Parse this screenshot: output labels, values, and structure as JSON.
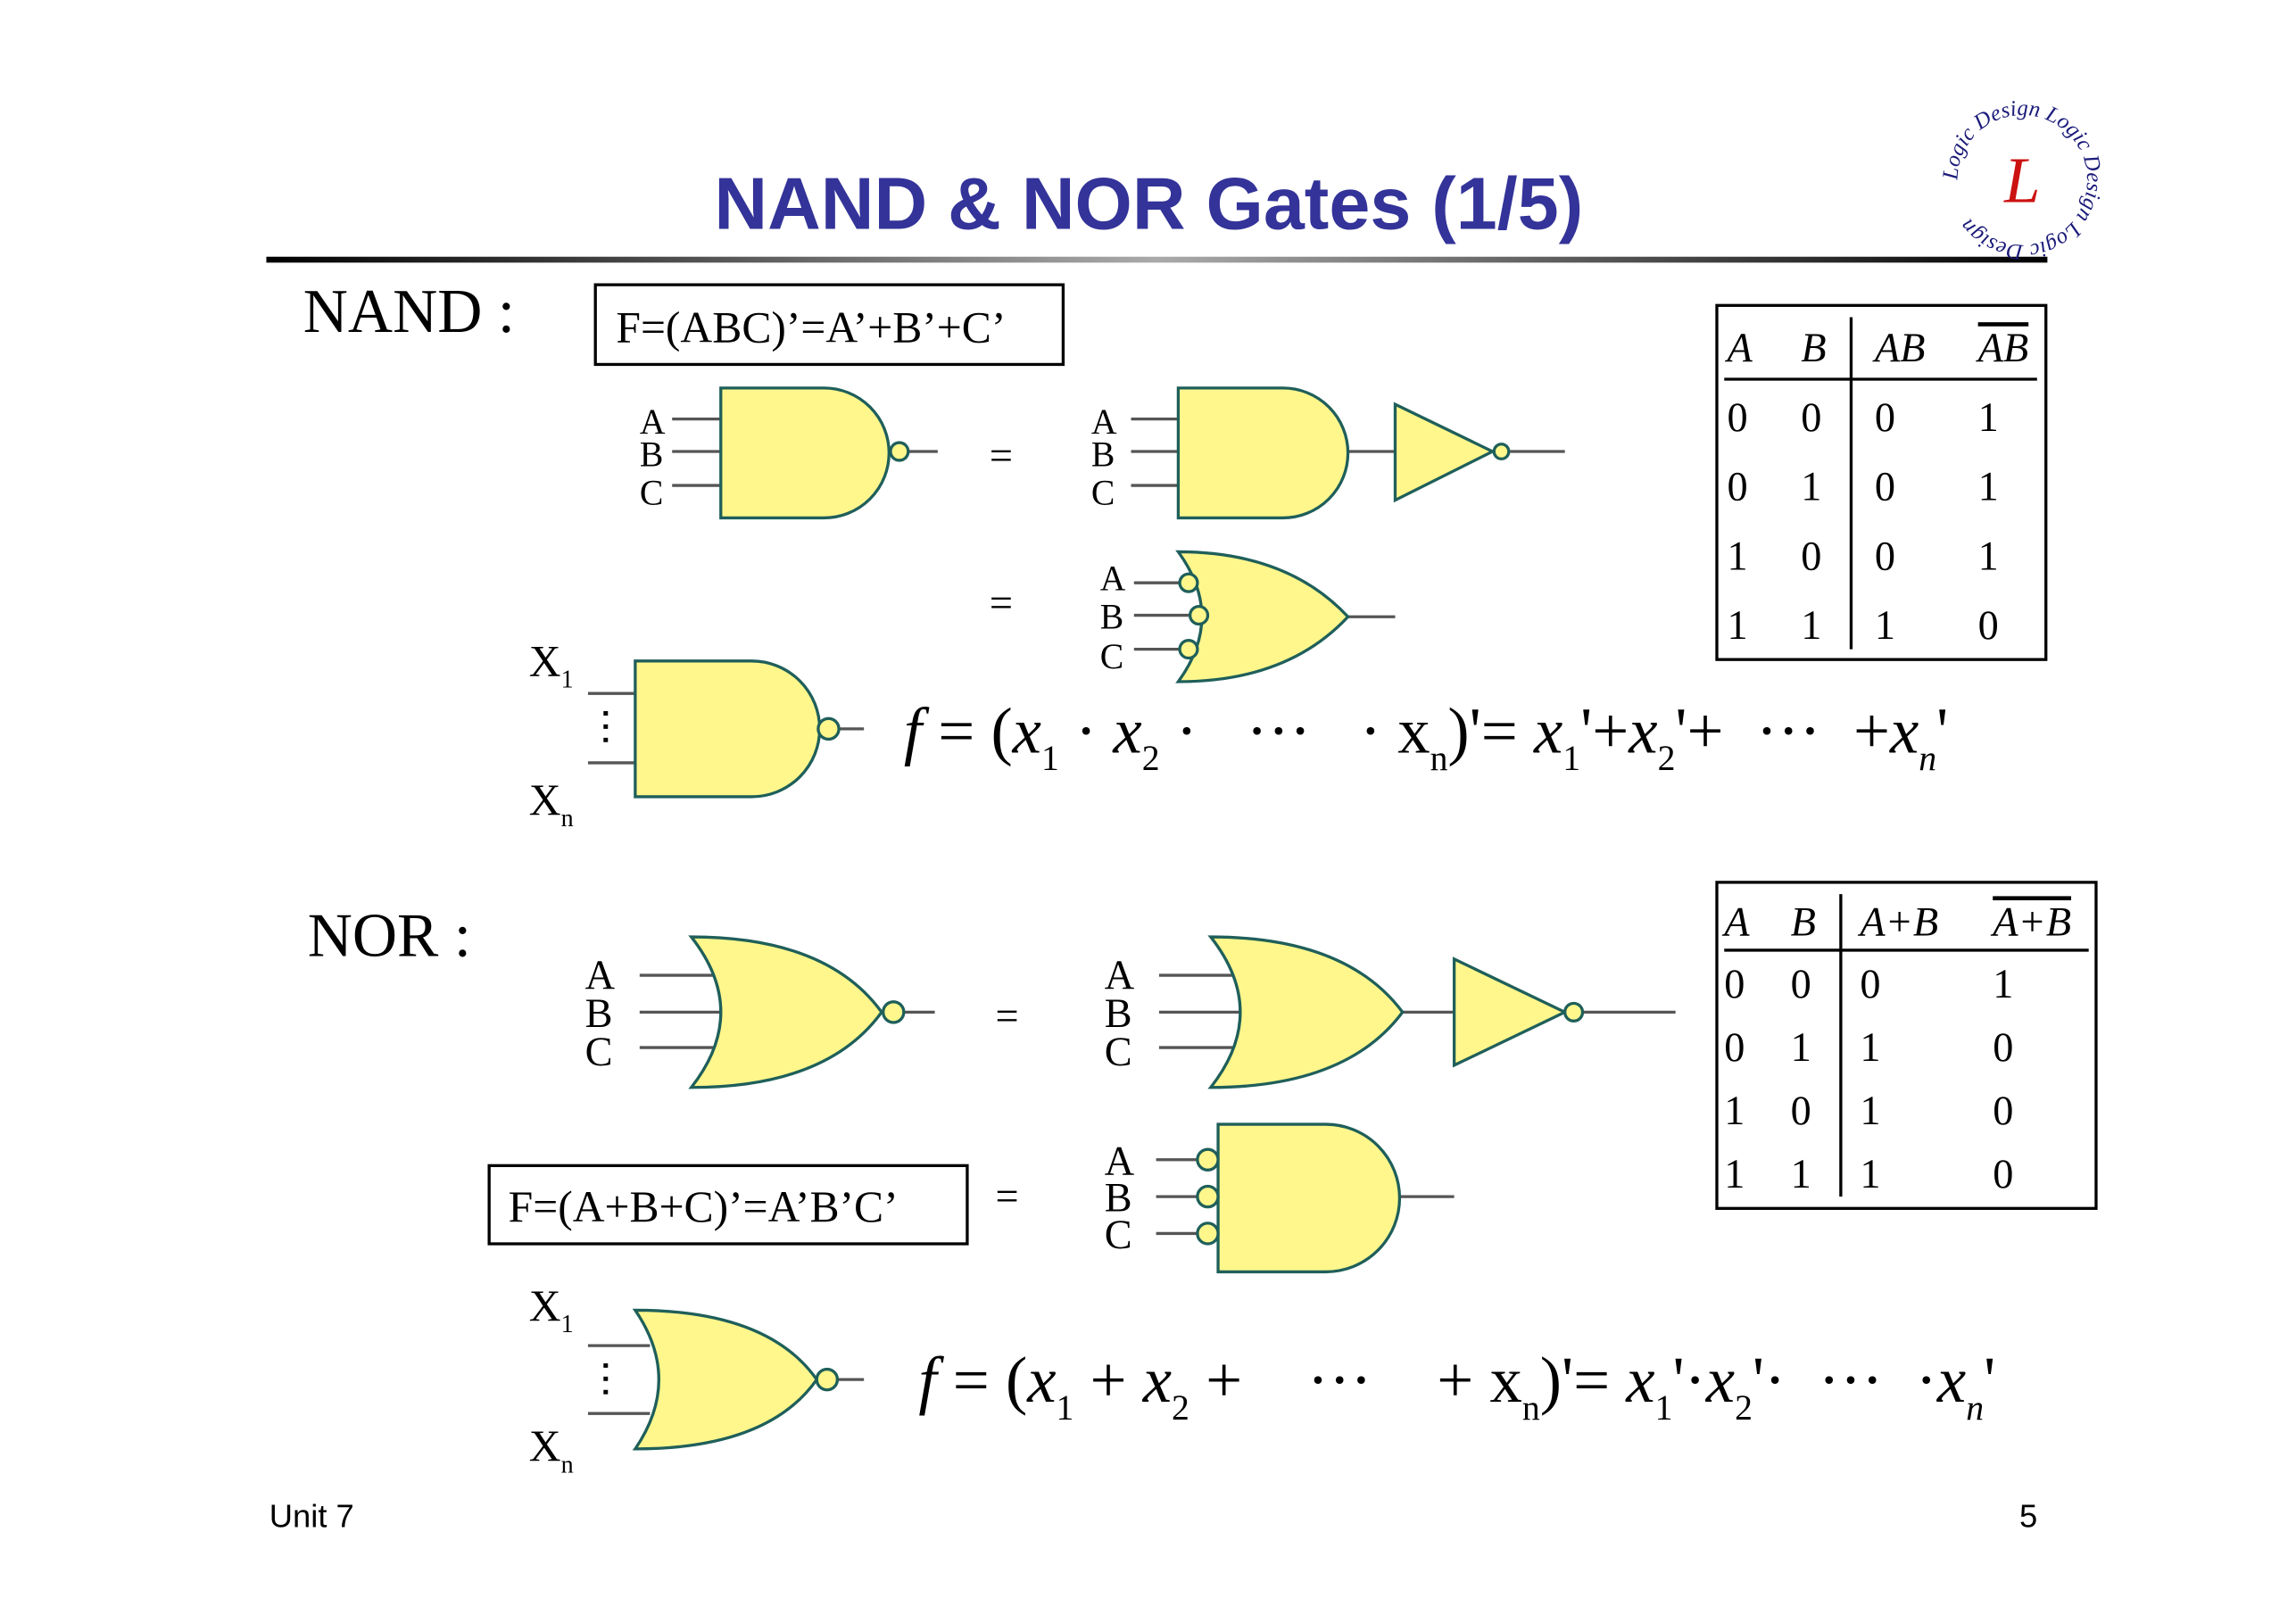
{
  "title": "NAND & NOR Gates (1/5)",
  "title_color": "#333399",
  "logo": {
    "text": "Logic Design",
    "letter": "L",
    "ring_color": "#1a1a7a",
    "letter_color": "#cc1111"
  },
  "nand": {
    "label": "NAND :",
    "expression": "F=(ABC)’=A’+B’+C’",
    "inputs": [
      "A",
      "B",
      "C"
    ],
    "equals": "=",
    "general_inputs": {
      "first": "X",
      "first_sub": "1",
      "last": "X",
      "last_sub": "n"
    },
    "formula": [
      {
        "t": "f",
        "i": true
      },
      {
        "t": " = "
      },
      {
        "t": "("
      },
      {
        "t": "x",
        "i": true
      },
      {
        "t": "1",
        "s": true
      },
      {
        "t": " · "
      },
      {
        "t": "x",
        "i": true
      },
      {
        "t": "2",
        "s": true
      },
      {
        "t": " ·   ···   · "
      },
      {
        "t": "x"
      },
      {
        "t": "n",
        "s": true
      },
      {
        "t": ")"
      },
      {
        "t": "'= "
      },
      {
        "t": "x",
        "i": true
      },
      {
        "t": "1",
        "s": true
      },
      {
        "t": "'+"
      },
      {
        "t": "x",
        "i": true
      },
      {
        "t": "2",
        "s": true
      },
      {
        "t": "'+  ···  +"
      },
      {
        "t": "x",
        "i": true
      },
      {
        "t": "n",
        "s": true,
        "i": true
      },
      {
        "t": "'"
      }
    ],
    "truth_table": {
      "headers": [
        "A",
        "B",
        "AB",
        "AB"
      ],
      "overline_last": true,
      "rows": [
        [
          "0",
          "0",
          "0",
          "1"
        ],
        [
          "0",
          "1",
          "0",
          "1"
        ],
        [
          "1",
          "0",
          "0",
          "1"
        ],
        [
          "1",
          "1",
          "1",
          "0"
        ]
      ]
    }
  },
  "nor": {
    "label": "NOR :",
    "expression": "F=(A+B+C)’=A’B’C’",
    "inputs": [
      "A",
      "B",
      "C"
    ],
    "equals": "=",
    "general_inputs": {
      "first": "X",
      "first_sub": "1",
      "last": "X",
      "last_sub": "n"
    },
    "formula": [
      {
        "t": "f",
        "i": true
      },
      {
        "t": " = "
      },
      {
        "t": "("
      },
      {
        "t": "x",
        "i": true
      },
      {
        "t": "1",
        "s": true
      },
      {
        "t": " + "
      },
      {
        "t": "x",
        "i": true
      },
      {
        "t": "2",
        "s": true
      },
      {
        "t": " +    ···    + "
      },
      {
        "t": "x"
      },
      {
        "t": "n",
        "s": true
      },
      {
        "t": ")"
      },
      {
        "t": "'= "
      },
      {
        "t": "x",
        "i": true
      },
      {
        "t": "1",
        "s": true
      },
      {
        "t": "'·"
      },
      {
        "t": "x",
        "i": true
      },
      {
        "t": "2",
        "s": true
      },
      {
        "t": "'·  ···  ·"
      },
      {
        "t": "x",
        "i": true
      },
      {
        "t": "n",
        "s": true,
        "i": true
      },
      {
        "t": "'"
      }
    ],
    "truth_table": {
      "headers": [
        "A",
        "B",
        "A+B",
        "A+B"
      ],
      "overline_last": true,
      "rows": [
        [
          "0",
          "0",
          "0",
          "1"
        ],
        [
          "0",
          "1",
          "1",
          "0"
        ],
        [
          "1",
          "0",
          "1",
          "0"
        ],
        [
          "1",
          "1",
          "1",
          "0"
        ]
      ]
    }
  },
  "footer": {
    "left": "Unit 7",
    "right": "5"
  },
  "gate_fill": "#FFF78C"
}
